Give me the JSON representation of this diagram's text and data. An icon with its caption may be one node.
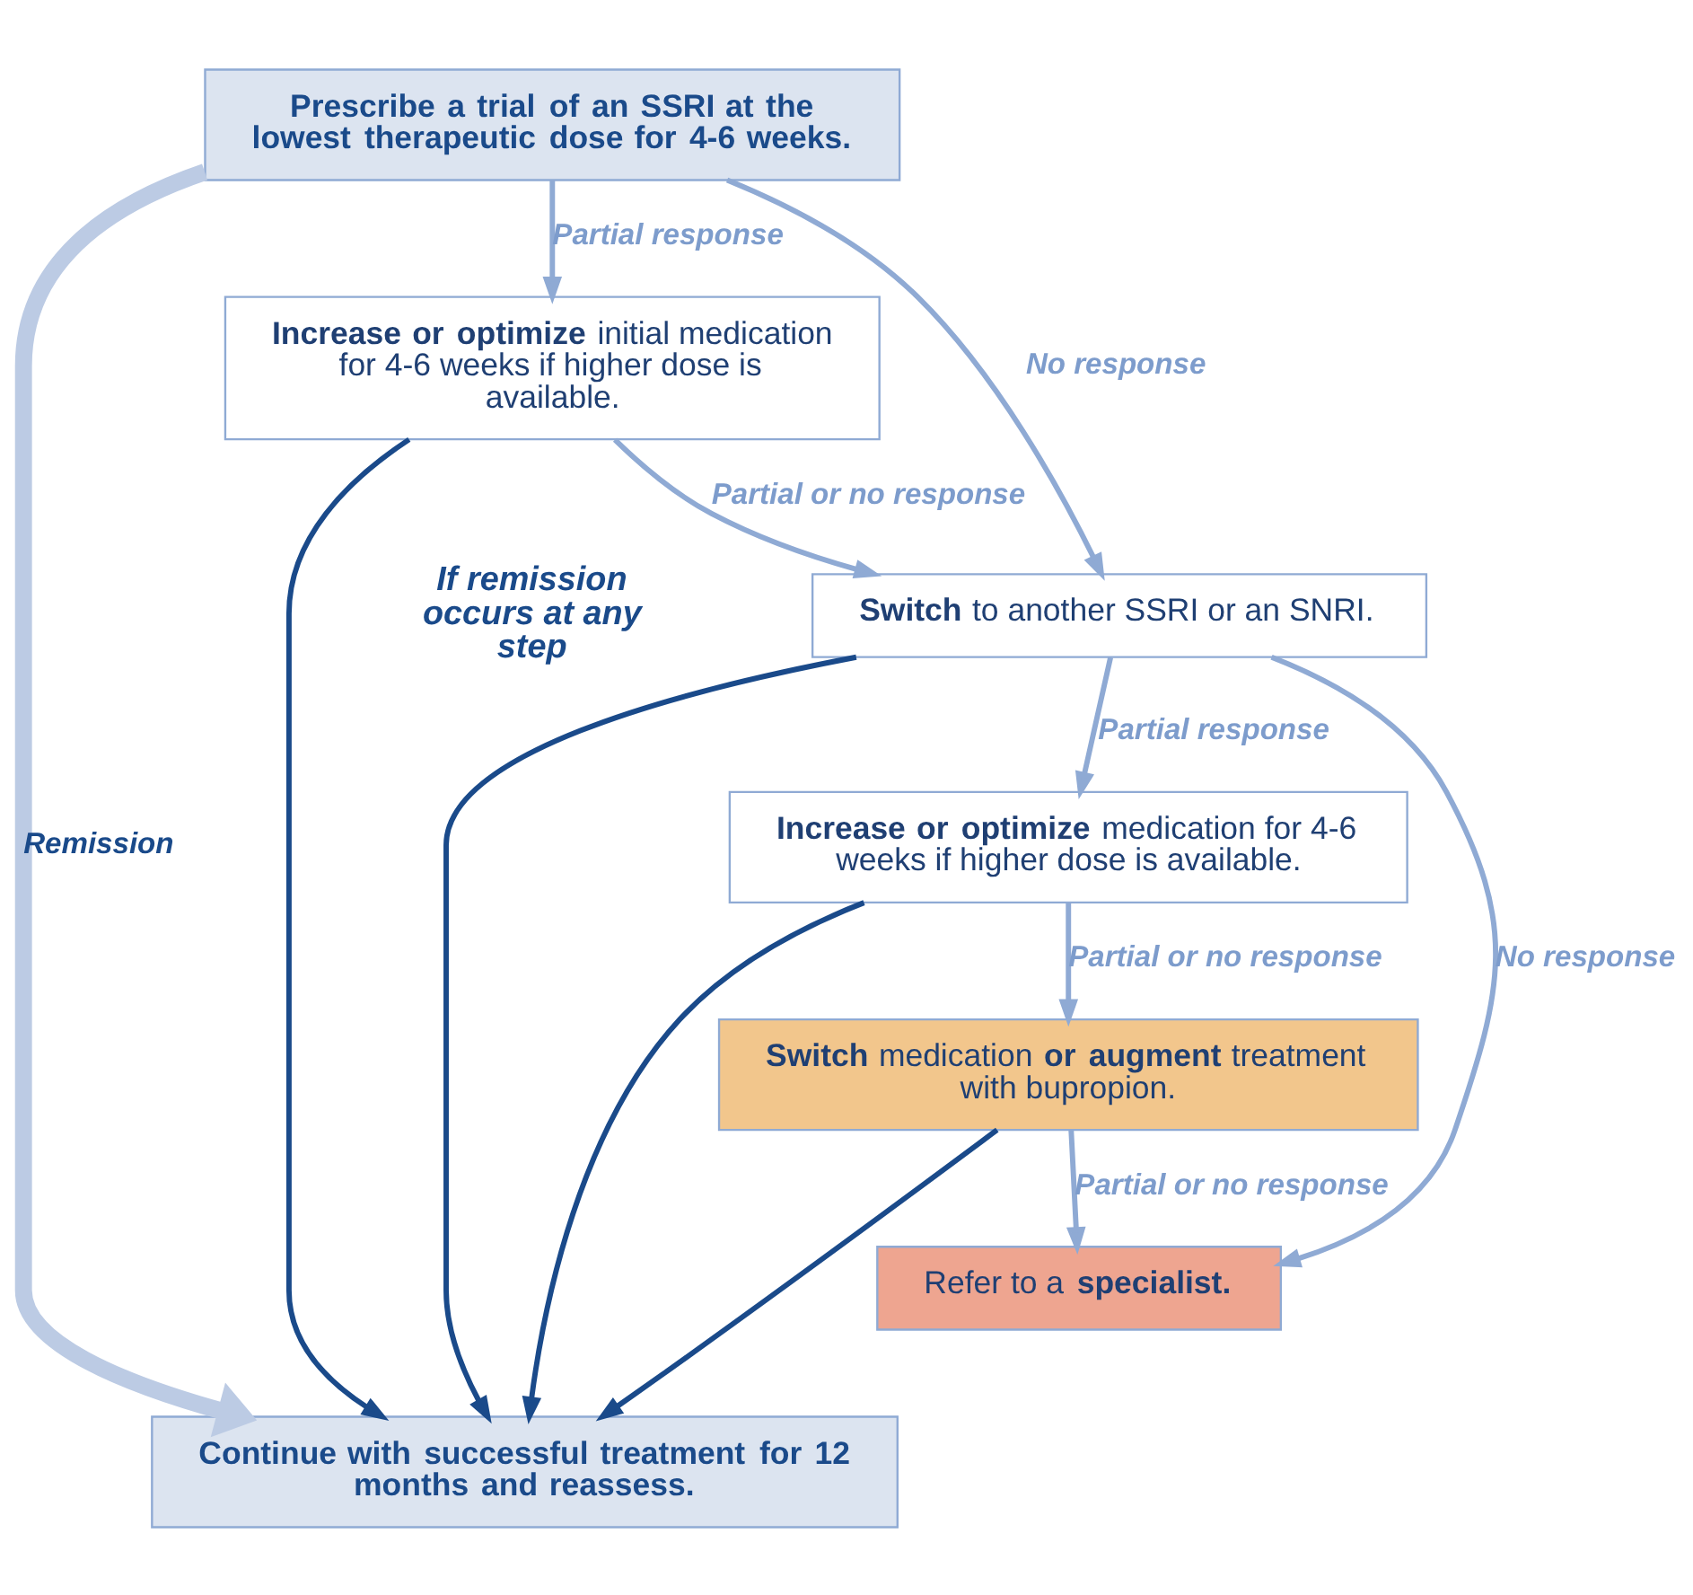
{
  "diagram": {
    "nodes": [
      {
        "text": [
          "Prescribe a trial of an SSRI at the lowest therapeutic dose for 4-6 weeks."
        ]
      },
      {
        "text": [
          "**Increase or optimize** initial medication for 4-6 weeks if higher dose is available."
        ]
      },
      {
        "text": [
          "**Switch** to another SSRI or an SNRI."
        ]
      },
      {
        "text": [
          "**Increase or optimize** medication for 4-6 weeks if higher dose is available."
        ]
      },
      {
        "text": [
          "**Switch** medication **or augment** treatment with bupropion."
        ]
      },
      {
        "text": [
          "Refer to a **specialist.**"
        ]
      },
      {
        "text": [
          "Continue with successful treatment for 12 months and reassess."
        ]
      }
    ],
    "edges": [
      {
        "from": 0,
        "to": 6,
        "arrow": "to",
        "label": "Remission",
        "style": "thick",
        "color": "#bccbe4"
      },
      {
        "from": 0,
        "to": 1,
        "arrow": "to",
        "label": "Partial response"
      },
      {
        "from": 0,
        "to": 2,
        "arrow": "to",
        "label": "No response"
      },
      {
        "from": 1,
        "to": 2,
        "arrow": "to",
        "label": "Partial or no response"
      },
      {
        "from": 2,
        "to": 3,
        "arrow": "to",
        "label": "Partial response"
      },
      {
        "from": 2,
        "to": 5,
        "arrow": "to",
        "label": "No response"
      },
      {
        "from": 3,
        "to": 4,
        "arrow": "to",
        "label": "Partial or no response"
      },
      {
        "from": 4,
        "to": 5,
        "arrow": "to",
        "label": "Partial or no response"
      },
      {
        "from": 1,
        "to": 6,
        "arrow": "to",
        "color": "#1a4a8a"
      },
      {
        "from": 2,
        "to": 6,
        "arrow": "to",
        "color": "#1a4a8a"
      },
      {
        "from": 3,
        "to": 6,
        "arrow": "to",
        "color": "#1a4a8a"
      },
      {
        "from": 4,
        "to": 6,
        "arrow": "to",
        "color": "#1a4a8a"
      }
    ],
    "labels": [
      "If remission occurs at any step"
    ]
  }
}
